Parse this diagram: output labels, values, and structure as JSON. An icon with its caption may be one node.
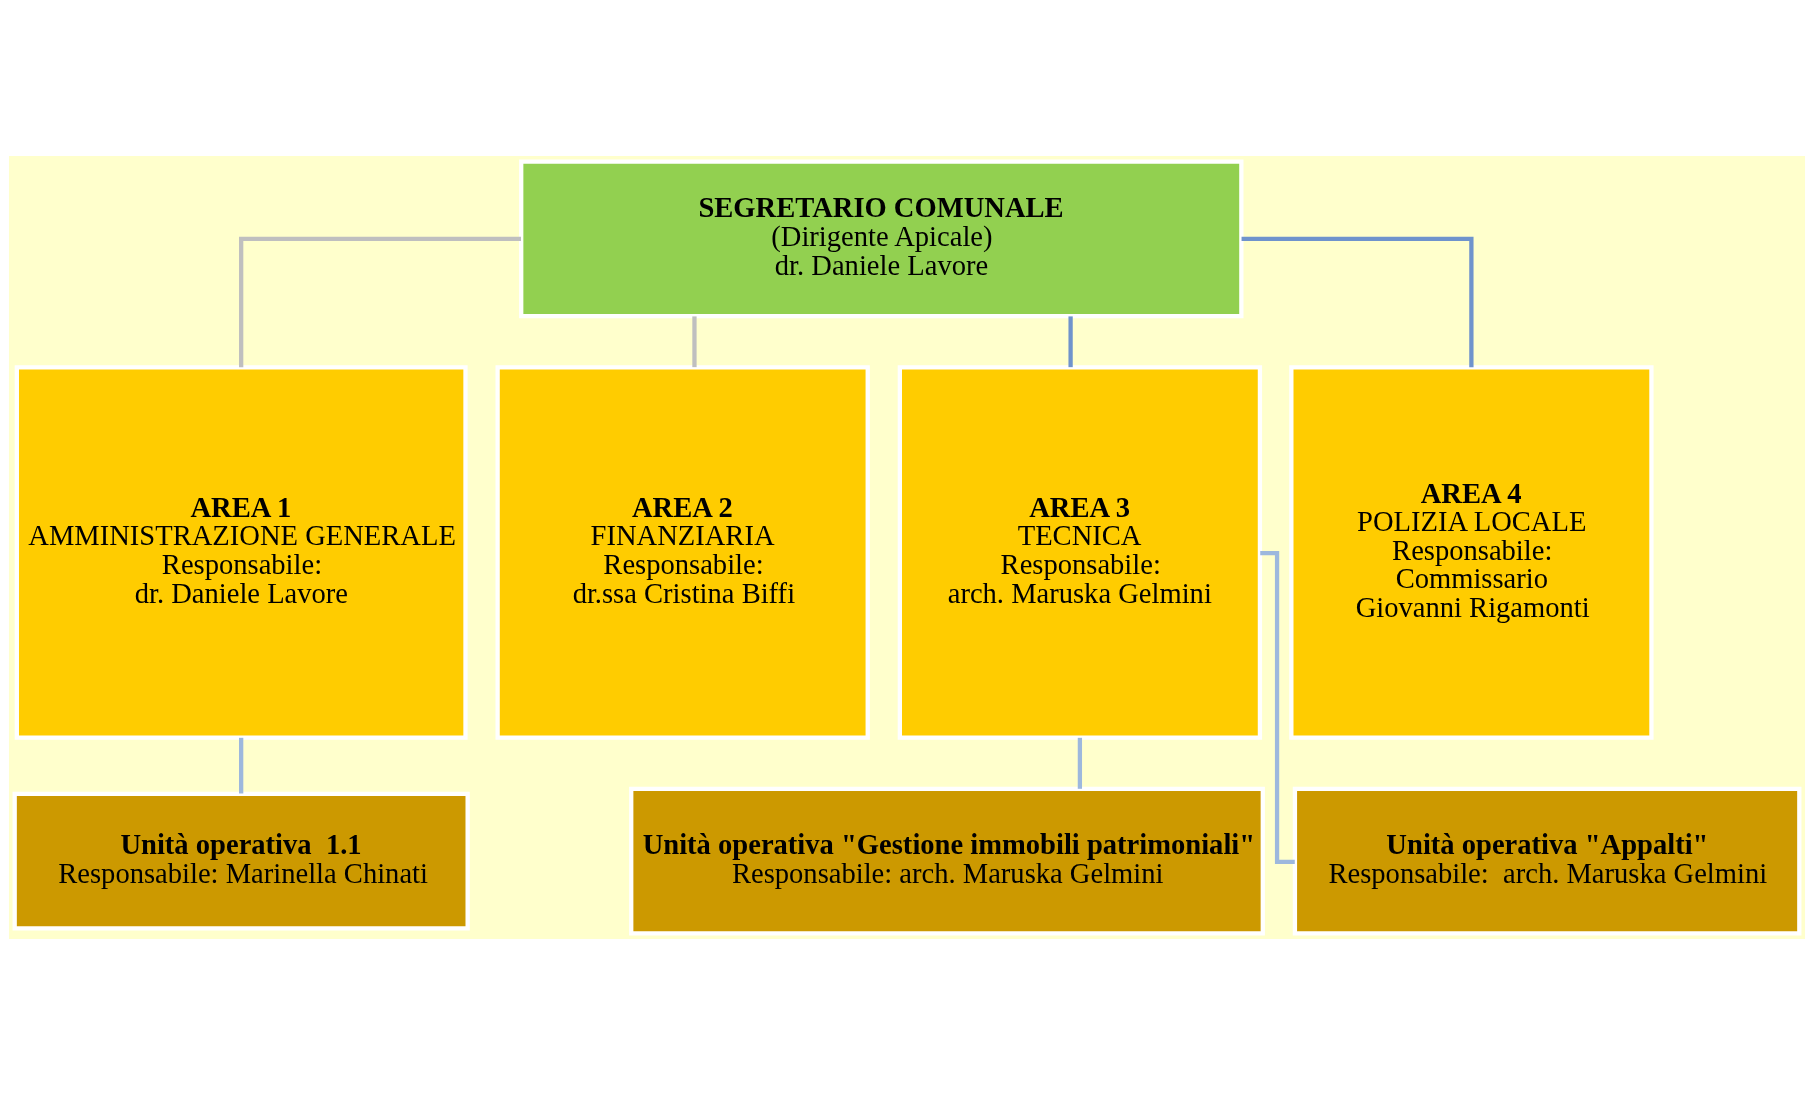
{
  "diagram": {
    "nodes": [
      {
        "text": [
          "SEGRETARIO COMUNALE",
          "(Dirigente Apicale)",
          "dr. Daniele Lavore"
        ]
      },
      {
        "text": [
          "AREA 1",
          "AMMINISTRAZIONE GENERALE",
          "Responsabile:",
          "dr. Daniele Lavore"
        ]
      },
      {
        "text": [
          "AREA 2",
          "FINANZIARIA",
          "Responsabile:",
          "dr.ssa Cristina Biffi"
        ]
      },
      {
        "text": [
          "AREA 3",
          "TECNICA",
          "Responsabile:",
          "arch. Maruska Gelmini"
        ]
      },
      {
        "text": [
          "AREA 4",
          "POLIZIA LOCALE",
          "Responsabile:",
          "Commissario",
          "Giovanni Rigamonti"
        ]
      },
      {
        "text": [
          "Unità operativa  1.1",
          "Responsabile: Marinella Chinati"
        ]
      },
      {
        "text": [
          "Unità operativa \"Gestione immobili patrimoniali\"",
          "Responsabile: arch. Maruska Gelmini"
        ]
      },
      {
        "text": [
          "Unità operativa \"Appalti\"",
          "Responsabile:  arch. Maruska Gelmini"
        ]
      }
    ],
    "edges": [
      {
        "from": 0,
        "to": 1,
        "arrow": "none",
        "color": "#bfbfbf"
      },
      {
        "from": 0,
        "to": 2,
        "arrow": "none",
        "color": "#bfbfbf"
      },
      {
        "from": 0,
        "to": 3,
        "arrow": "none",
        "color": "#6f93cc"
      },
      {
        "from": 0,
        "to": 4,
        "arrow": "none",
        "color": "#6f93cc"
      },
      {
        "from": 1,
        "to": 5,
        "arrow": "none",
        "color": "#9db8dd"
      },
      {
        "from": 3,
        "to": 6,
        "arrow": "none",
        "color": "#9db8dd"
      },
      {
        "from": 3,
        "to": 7,
        "arrow": "none",
        "color": "#9db8dd"
      }
    ]
  }
}
